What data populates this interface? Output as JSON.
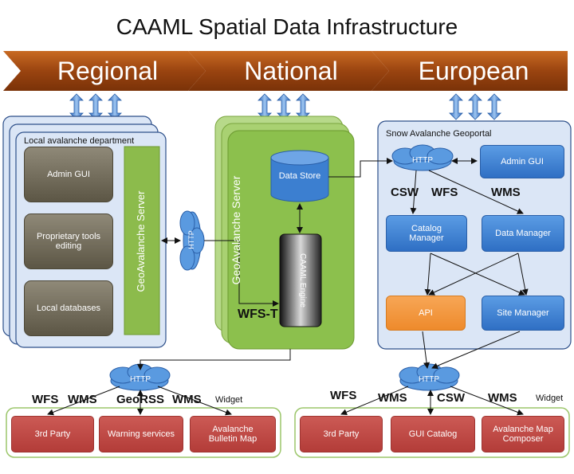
{
  "title": "CAAML Spatial Data Infrastructure",
  "banner": [
    "Regional",
    "National",
    "European"
  ],
  "regional": {
    "panel_label": "Local avalanche department",
    "boxes": [
      "Admin GUI",
      "Proprietary tools editing",
      "Local databases"
    ],
    "server": "GeoAvalanche Server"
  },
  "national": {
    "server": "GeoAvalanche Server",
    "data_store": "Data Store",
    "engine": "CAAML Engine",
    "wfs_t": "WFS-T"
  },
  "http_middle": "HTTP",
  "european": {
    "panel_label": "Snow Avalanche Geoportal",
    "http": "HTTP",
    "admin_gui": "Admin GUI",
    "protocols": [
      "CSW",
      "WFS",
      "WMS"
    ],
    "catalog_manager": "Catalog Manager",
    "data_manager": "Data Manager",
    "api": "API",
    "site_manager": "Site Manager"
  },
  "bottom_left": {
    "http": "HTTP",
    "protocols": [
      "WFS",
      "WMS",
      "GeoRSS",
      "WMS"
    ],
    "widget": "Widget",
    "boxes": [
      "3rd Party",
      "Warning services",
      "Avalanche Bulletin Map"
    ]
  },
  "bottom_right": {
    "http": "HTTP",
    "protocols": [
      "WFS",
      "WMS",
      "CSW",
      "WMS"
    ],
    "widget": "Widget",
    "boxes": [
      "3rd Party",
      "GUI Catalog",
      "Avalanche Map Composer"
    ]
  }
}
